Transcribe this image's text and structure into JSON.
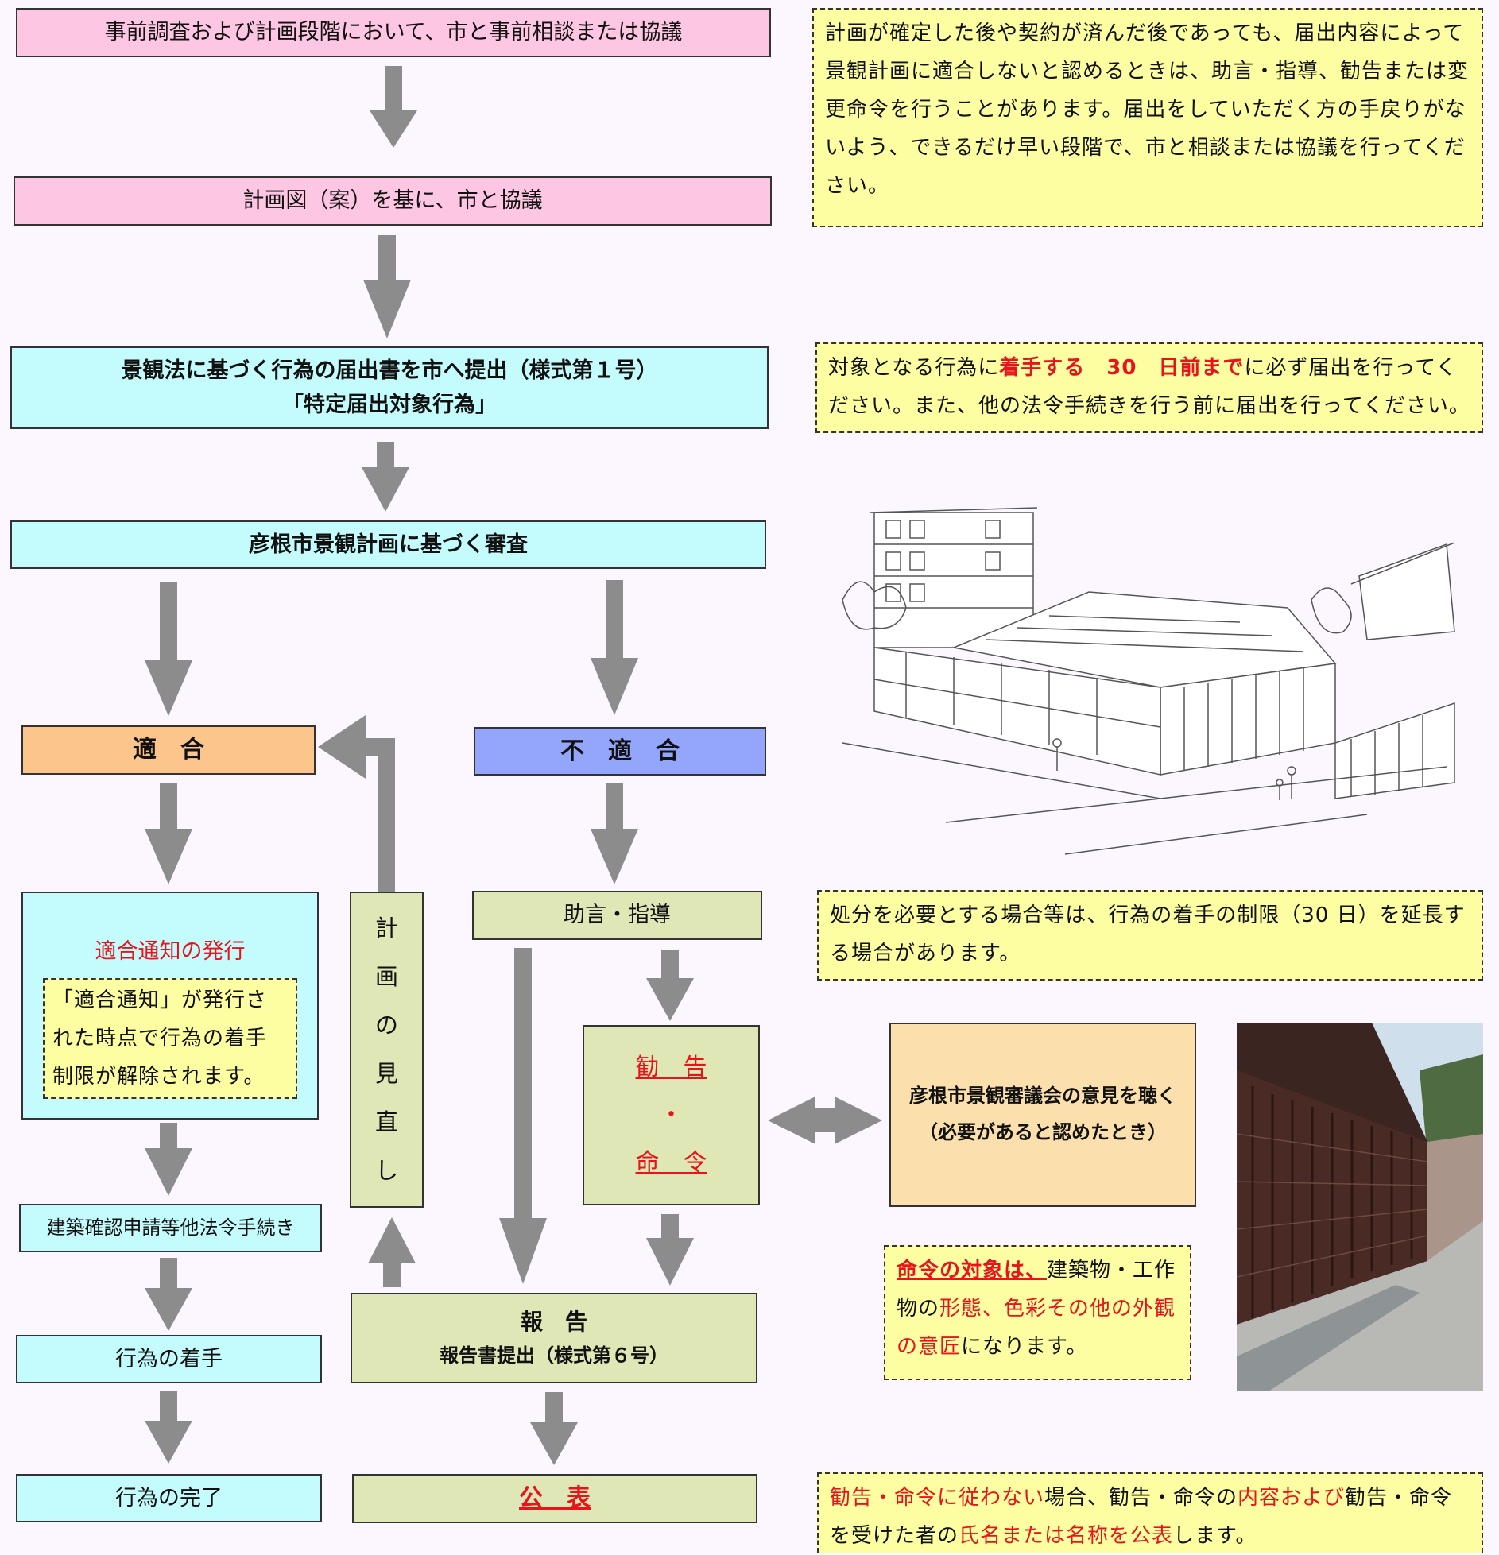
{
  "flow": {
    "pre_consult": "事前調査および計画段階において、市と事前相談または協議",
    "plan_consult": "計画図（案）を基に、市と協議",
    "submit_line1": "景観法に基づく行為の届出書を市へ提出（様式第１号）",
    "submit_line2": "「特定届出対象行為」",
    "review": "彦根市景観計画に基づく審査",
    "conform": "適　合",
    "nonconform": "不　適　合",
    "notice_title": "適合通知の発行",
    "notice_body": "「適合通知」が発行された時点で行為の着手制限が解除されます。",
    "building_confirm": "建築確認申請等他法令手続き",
    "start": "行為の着手",
    "complete": "行為の完了",
    "revise_chars": [
      "計",
      "画",
      "の",
      "見",
      "直",
      "し"
    ],
    "advice": "助言・指導",
    "recommend": "勧　告",
    "dot": "・",
    "order": "命　令",
    "council_line1": "彦根市景観審議会の意見を聴く",
    "council_line2": "（必要があると認めたとき）",
    "report_title": "報　告",
    "report_sub": "報告書提出（様式第６号）",
    "publish": "公　表"
  },
  "notes": {
    "note1": "計画が確定した後や契約が済んだ後であっても、届出内容によって景観計画に適合しないと認めるときは、助言・指導、勧告または変更命令を行うことがあります。届出をしていただく方の手戻りがないよう、できるだけ早い段階で、市と相談または協議を行ってください。",
    "note2_a": "対象となる行為に",
    "note2_b": "着手する　30　日前まで",
    "note2_c": "に必ず届出を行ってください。また、他の法令手続きを行う前に届出を行ってください。",
    "note3": "処分を必要とする場合等は、行為の着手の制限（30 日）を延長する場合があります。",
    "note4_a": "命令の対象は、",
    "note4_b": "建築物・工作物の",
    "note4_c": "形態、色彩その他の外観の意匠",
    "note4_d": "になります。",
    "note5_a": "勧告・命令に従わない",
    "note5_b": "場合、勧告・命令の",
    "note5_c": "内容および",
    "note5_d": "勧告・命令を受けた者の",
    "note5_e": "氏名または名称を公表",
    "note5_f": "します。"
  },
  "colors": {
    "pink": "#fdc6e3",
    "cyan": "#c4fbfd",
    "green": "#dfe7b6",
    "orange": "#fbc58c",
    "blue": "#93a6fb",
    "yellow_note": "#fdfda2",
    "red_text": "#e8141b",
    "arrow": "#8c8c8c"
  }
}
